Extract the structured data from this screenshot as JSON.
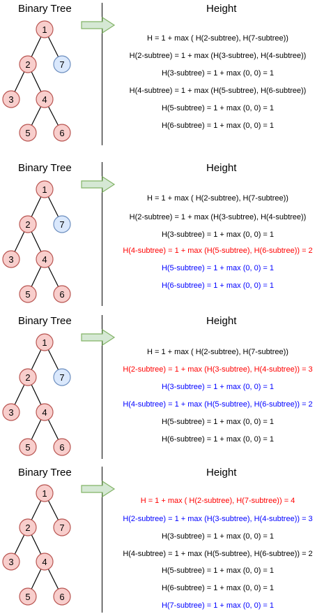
{
  "colors": {
    "node_red_fill": "#f8cecc",
    "node_red_stroke": "#b85450",
    "node_blue_fill": "#dae8fc",
    "node_blue_stroke": "#6c8ebf",
    "arrow_fill": "#d5e8d4",
    "arrow_stroke": "#82b366",
    "text_black": "#000000",
    "text_red": "#ff0000",
    "text_blue": "#0000ff"
  },
  "panels": [
    {
      "tree_title": "Binary Tree",
      "height_title": "Height",
      "nodes": [
        {
          "label": "1",
          "color": "red"
        },
        {
          "label": "2",
          "color": "red"
        },
        {
          "label": "7",
          "color": "blue"
        },
        {
          "label": "3",
          "color": "red"
        },
        {
          "label": "4",
          "color": "red"
        },
        {
          "label": "5",
          "color": "red"
        },
        {
          "label": "6",
          "color": "red"
        }
      ],
      "equations": [
        {
          "text": "H = 1 + max ( H(2-subtree), H(7-subtree))",
          "color": "black"
        },
        {
          "text": "H(2-subtree) = 1 + max (H(3-subtree), H(4-subtree))",
          "color": "black"
        },
        {
          "text": "H(3-subtree) = 1 + max (0, 0) = 1",
          "color": "black"
        },
        {
          "text": "H(4-subtree) = 1 + max (H(5-subtree), H(6-subtree))",
          "color": "black"
        },
        {
          "text": "H(5-subtree) = 1 + max (0, 0) = 1",
          "color": "black"
        },
        {
          "text": "H(6-subtree) = 1 + max (0, 0) = 1",
          "color": "black"
        }
      ]
    },
    {
      "tree_title": "Binary Tree",
      "height_title": "Height",
      "nodes": [
        {
          "label": "1",
          "color": "red"
        },
        {
          "label": "2",
          "color": "red"
        },
        {
          "label": "7",
          "color": "blue"
        },
        {
          "label": "3",
          "color": "red"
        },
        {
          "label": "4",
          "color": "red"
        },
        {
          "label": "5",
          "color": "red"
        },
        {
          "label": "6",
          "color": "red"
        }
      ],
      "equations": [
        {
          "text": "H = 1 + max ( H(2-subtree), H(7-subtree))",
          "color": "black"
        },
        {
          "text": "H(2-subtree) = 1 + max (H(3-subtree), H(4-subtree))",
          "color": "black"
        },
        {
          "text": "H(3-subtree) = 1 + max (0, 0) = 1",
          "color": "black"
        },
        {
          "text": "H(4-subtree) = 1 + max (H(5-subtree), H(6-subtree)) = 2",
          "color": "red"
        },
        {
          "text": "H(5-subtree) = 1 + max (0, 0) = 1",
          "color": "blue"
        },
        {
          "text": "H(6-subtree) = 1 + max (0, 0) = 1",
          "color": "blue"
        }
      ]
    },
    {
      "tree_title": "Binary Tree",
      "height_title": "Height",
      "nodes": [
        {
          "label": "1",
          "color": "red"
        },
        {
          "label": "2",
          "color": "red"
        },
        {
          "label": "7",
          "color": "blue"
        },
        {
          "label": "3",
          "color": "red"
        },
        {
          "label": "4",
          "color": "red"
        },
        {
          "label": "5",
          "color": "red"
        },
        {
          "label": "6",
          "color": "red"
        }
      ],
      "equations": [
        {
          "text": "H = 1 + max ( H(2-subtree), H(7-subtree))",
          "color": "black"
        },
        {
          "text": "H(2-subtree) = 1 + max (H(3-subtree), H(4-subtree)) = 3",
          "color": "red"
        },
        {
          "text": "H(3-subtree) = 1 + max (0, 0) = 1",
          "color": "blue"
        },
        {
          "text": "H(4-subtree) = 1 + max (H(5-subtree), H(6-subtree)) = 2",
          "color": "blue"
        },
        {
          "text": "H(5-subtree) = 1 + max (0, 0) = 1",
          "color": "black"
        },
        {
          "text": "H(6-subtree) = 1 + max (0, 0) = 1",
          "color": "black"
        }
      ]
    },
    {
      "tree_title": "Binary Tree",
      "height_title": "Height",
      "nodes": [
        {
          "label": "1",
          "color": "red"
        },
        {
          "label": "2",
          "color": "red"
        },
        {
          "label": "7",
          "color": "red"
        },
        {
          "label": "3",
          "color": "red"
        },
        {
          "label": "4",
          "color": "red"
        },
        {
          "label": "5",
          "color": "red"
        },
        {
          "label": "6",
          "color": "red"
        }
      ],
      "equations": [
        {
          "text": "H = 1 + max ( H(2-subtree), H(7-subtree)) = 4",
          "color": "red"
        },
        {
          "text": "H(2-subtree) = 1 + max (H(3-subtree), H(4-subtree)) = 3",
          "color": "blue"
        },
        {
          "text": "H(3-subtree) = 1 + max (0, 0) = 1",
          "color": "black"
        },
        {
          "text": "H(4-subtree) = 1 + max (H(5-subtree), H(6-subtree)) = 2",
          "color": "black"
        },
        {
          "text": "H(5-subtree) = 1 + max (0, 0) = 1",
          "color": "black"
        },
        {
          "text": "H(6-subtree) = 1 + max (0, 0) = 1",
          "color": "black"
        },
        {
          "text": "H(7-subtree) = 1 + max (0, 0) = 1",
          "color": "blue"
        }
      ]
    }
  ]
}
